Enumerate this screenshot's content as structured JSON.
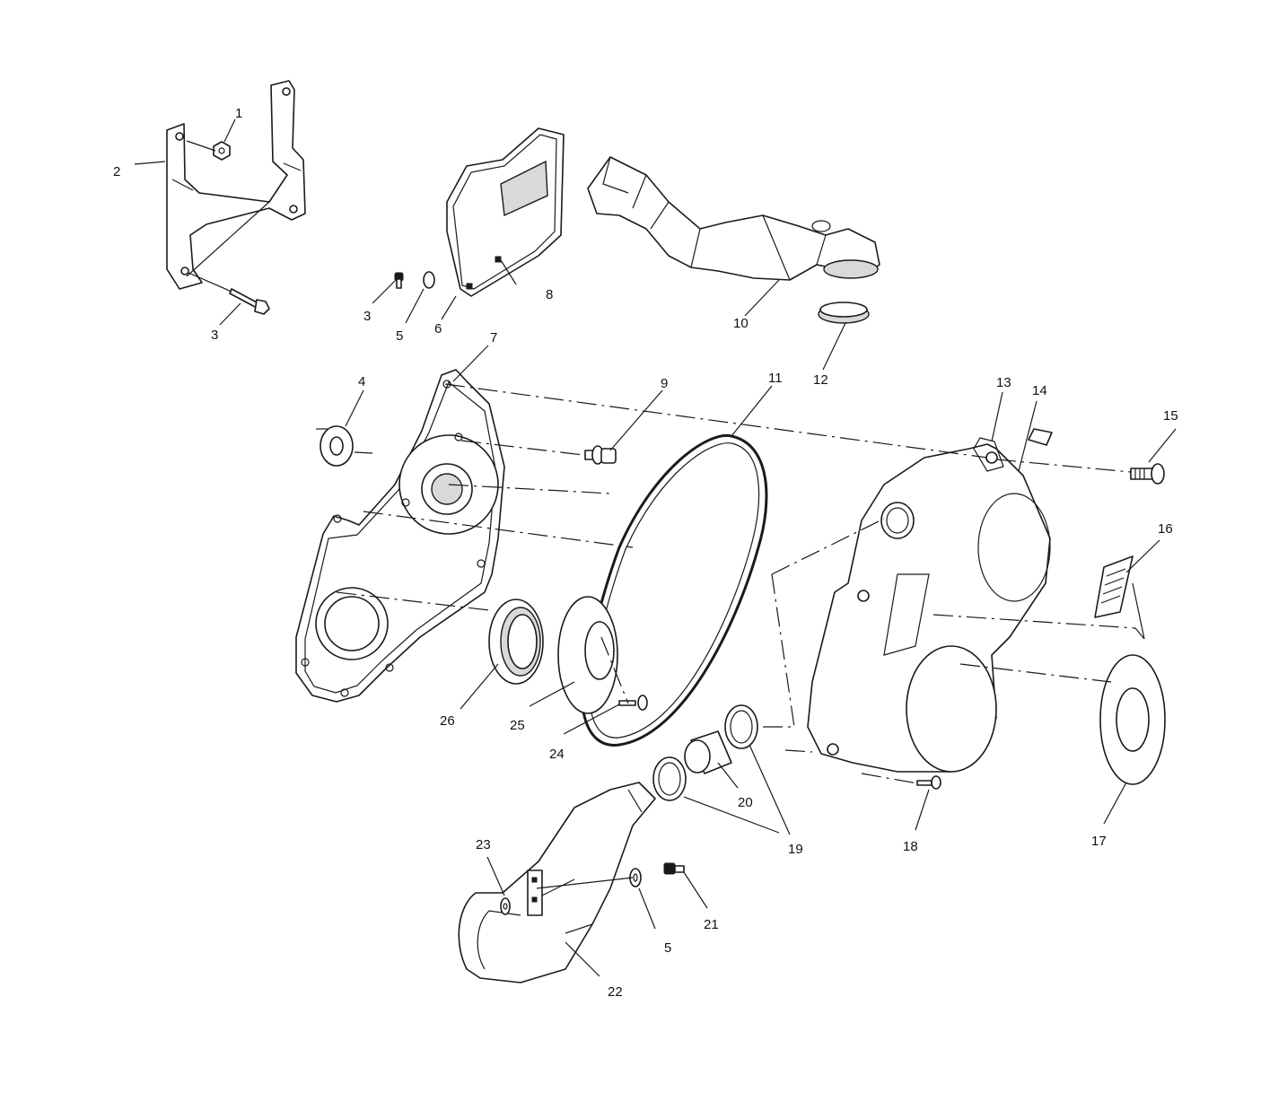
{
  "callouts": [
    {
      "id": "c1",
      "text": "1"
    },
    {
      "id": "c2",
      "text": "2"
    },
    {
      "id": "c3a",
      "text": "3"
    },
    {
      "id": "c3b",
      "text": "3"
    },
    {
      "id": "c4",
      "text": "4"
    },
    {
      "id": "c5a",
      "text": "5"
    },
    {
      "id": "c5b",
      "text": "5"
    },
    {
      "id": "c6",
      "text": "6"
    },
    {
      "id": "c7",
      "text": "7"
    },
    {
      "id": "c8",
      "text": "8"
    },
    {
      "id": "c9",
      "text": "9"
    },
    {
      "id": "c10",
      "text": "10"
    },
    {
      "id": "c11",
      "text": "11"
    },
    {
      "id": "c12",
      "text": "12"
    },
    {
      "id": "c13",
      "text": "13"
    },
    {
      "id": "c14",
      "text": "14"
    },
    {
      "id": "c15",
      "text": "15"
    },
    {
      "id": "c16",
      "text": "16"
    },
    {
      "id": "c17",
      "text": "17"
    },
    {
      "id": "c18",
      "text": "18"
    },
    {
      "id": "c19",
      "text": "19"
    },
    {
      "id": "c20",
      "text": "20"
    },
    {
      "id": "c21",
      "text": "21"
    },
    {
      "id": "c22",
      "text": "22"
    },
    {
      "id": "c23",
      "text": "23"
    },
    {
      "id": "c24",
      "text": "24"
    },
    {
      "id": "c25",
      "text": "25"
    },
    {
      "id": "c26",
      "text": "26"
    }
  ]
}
